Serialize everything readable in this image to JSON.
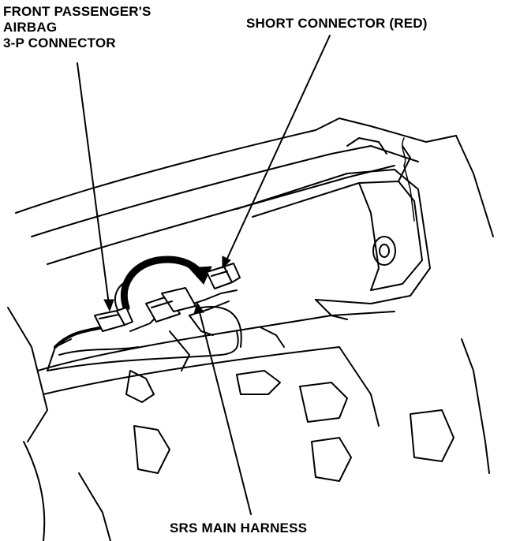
{
  "labels": {
    "front_passenger_airbag_connector": [
      "FRONT PASSENGER'S",
      "AIRBAG",
      "3-P CONNECTOR"
    ],
    "short_connector": "SHORT CONNECTOR (RED)",
    "srs_main_harness": "SRS MAIN HARNESS"
  }
}
